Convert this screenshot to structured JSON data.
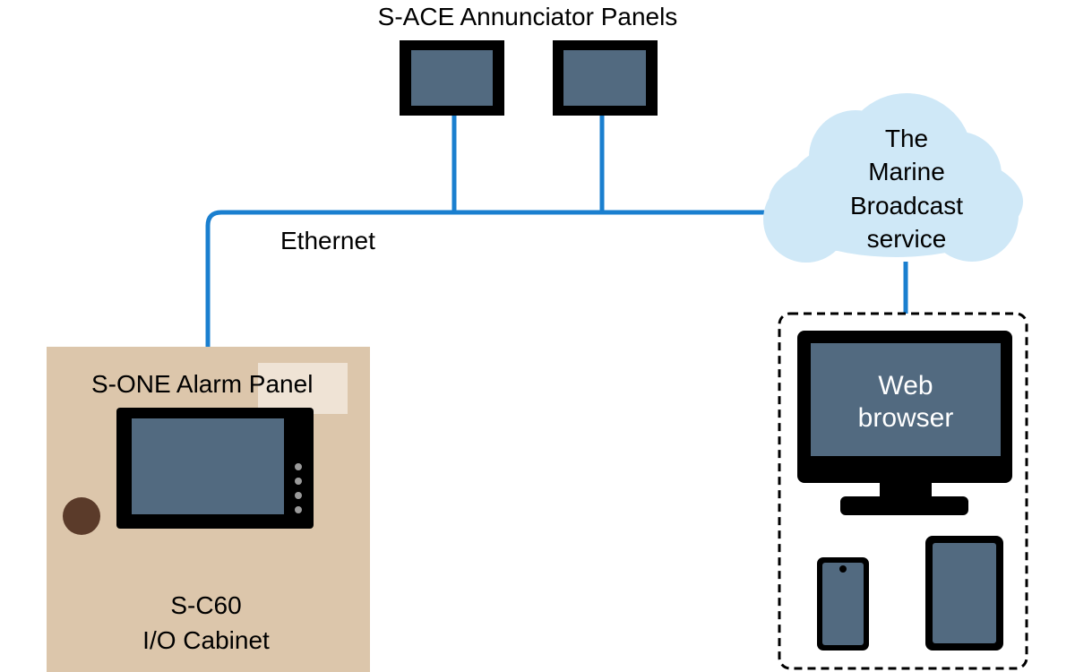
{
  "labels": {
    "annunciator_title": "S-ACE Annunciator Panels",
    "ethernet": "Ethernet",
    "cloud_lines": [
      "The",
      "Marine",
      "Broadcast",
      "service"
    ],
    "alarm_panel_title": "S-ONE Alarm Panel",
    "cabinet_lines": [
      "S-C60",
      "I/O Cabinet"
    ],
    "web_browser_lines": [
      "Web",
      "browser"
    ]
  },
  "colors": {
    "network_line": "#1a7fcf",
    "screen": "#526a80",
    "bezel": "#000000",
    "cabinet": "#dcc6ab",
    "cabinet_label_bg": "#efe3d5",
    "knob": "#5b3b2a",
    "cloud": "#cfe8f7",
    "screen_text": "#ffffff"
  }
}
